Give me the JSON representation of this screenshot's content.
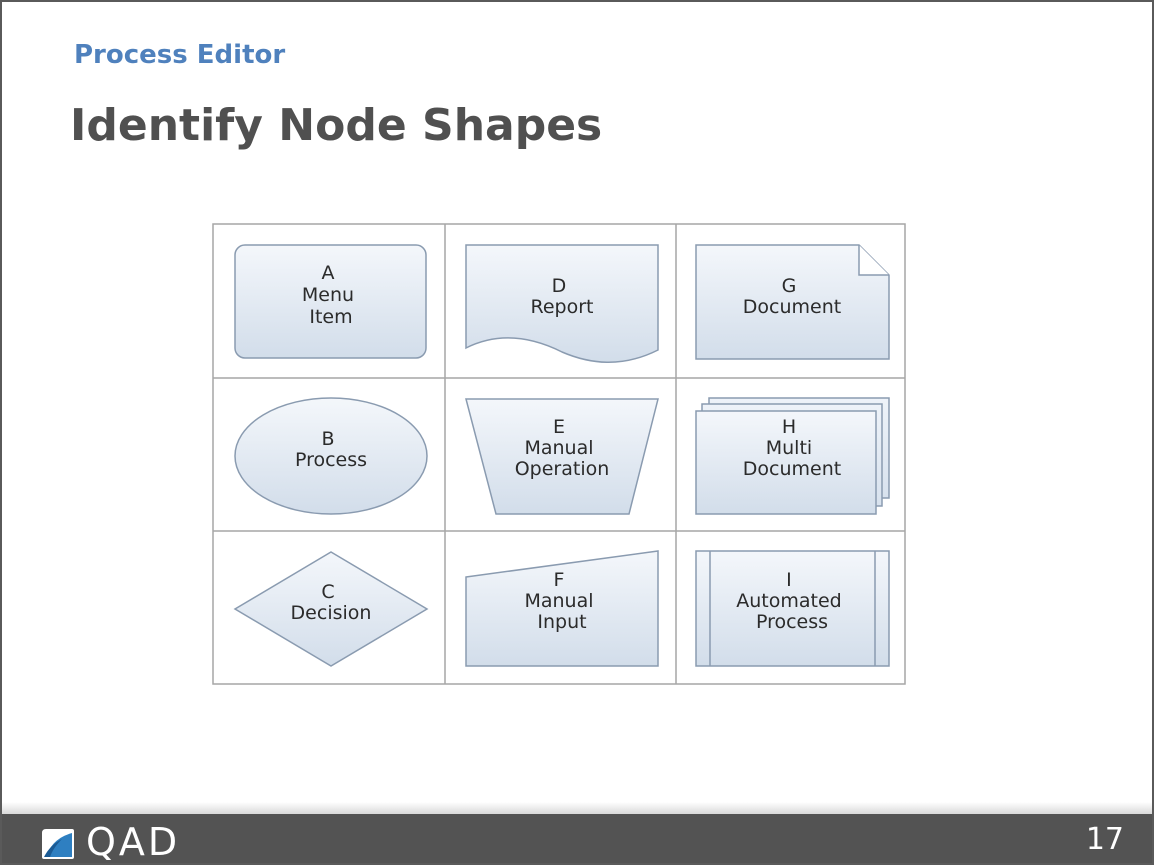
{
  "header": {
    "section_title": "Process Editor",
    "title": "Identify Node Shapes"
  },
  "shapes": [
    {
      "key": "menu_item",
      "shape": "rounded-rectangle",
      "lines": [
        "A",
        "Menu",
        "Item"
      ]
    },
    {
      "key": "report",
      "shape": "report",
      "lines": [
        "D",
        "Report"
      ]
    },
    {
      "key": "document",
      "shape": "folded-corner-document",
      "lines": [
        "G",
        "Document"
      ]
    },
    {
      "key": "process",
      "shape": "ellipse",
      "lines": [
        "B",
        "Process"
      ]
    },
    {
      "key": "manual_operation",
      "shape": "trapezoid",
      "lines": [
        "E",
        "Manual",
        "Operation"
      ]
    },
    {
      "key": "multi_document",
      "shape": "stacked-documents",
      "lines": [
        "H",
        "Multi",
        "Document"
      ]
    },
    {
      "key": "decision",
      "shape": "diamond",
      "lines": [
        "C",
        "Decision"
      ]
    },
    {
      "key": "manual_input",
      "shape": "sloped-top-rectangle",
      "lines": [
        "F",
        "Manual",
        "Input"
      ]
    },
    {
      "key": "automated_process",
      "shape": "predefined-process",
      "lines": [
        "I",
        "Automated",
        "Process"
      ]
    }
  ],
  "footer": {
    "logo_text": "QAD",
    "page_number": "17"
  },
  "colors": {
    "section_title": "#4f81bd",
    "title": "#505050",
    "shape_fill_top": "#f2f6fb",
    "shape_fill_bottom": "#d3deeb",
    "shape_stroke": "#8a9bb0",
    "grid_line": "#a6a6a6",
    "footer_bg": "#535353"
  }
}
